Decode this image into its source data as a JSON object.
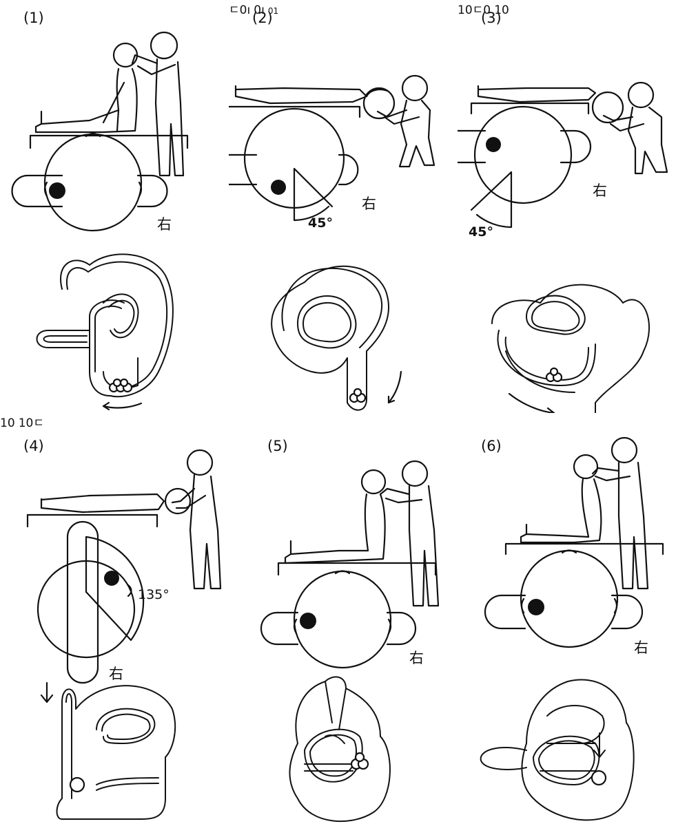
{
  "steps": [
    {
      "number": "(1)",
      "side": "右"
    },
    {
      "number": "(2)",
      "side": "右",
      "angle": "45°"
    },
    {
      "number": "(3)",
      "side": "右",
      "angle": "45°"
    },
    {
      "number": "(4)",
      "side": "右",
      "angle": "135°"
    },
    {
      "number": "(5)",
      "side": "右"
    },
    {
      "number": "(6)",
      "side": "右"
    }
  ],
  "head_marks": [
    "ㄷ0ı",
    "0ı",
    "01"
  ]
}
